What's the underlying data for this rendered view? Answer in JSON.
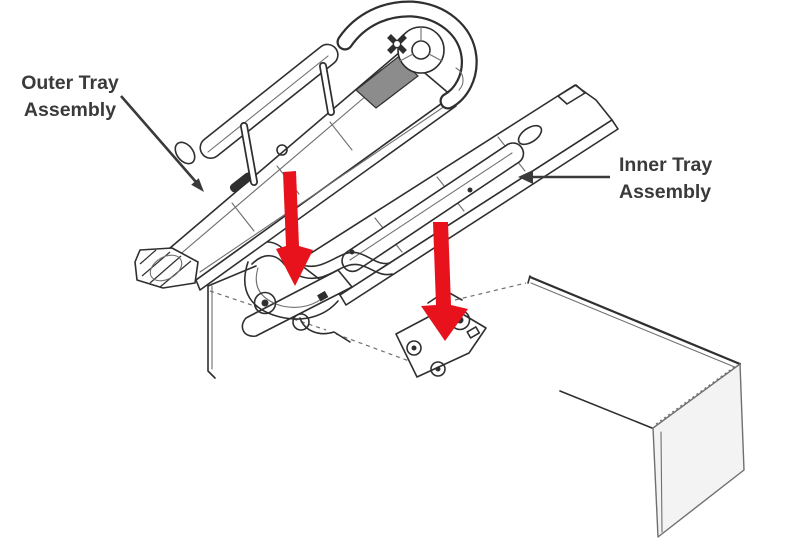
{
  "figure": {
    "kind": "exploded assembly diagram",
    "description": "Outer tray assembly and inner tray assembly being lowered into a chassis, indicated by red downward arrows"
  },
  "labels": {
    "outer_tray_label": {
      "line1": "Outer Tray",
      "line2": "Assembly"
    },
    "inner_tray_label": {
      "line1": "Inner Tray",
      "line2": "Assembly"
    }
  },
  "colors": {
    "bg": "#ffffff",
    "arrow-red": "#e8121c",
    "line-dark": "#2f2f2f",
    "line-mid": "#6f6f6f",
    "label-text": "#3a3a3a",
    "panel-fill": "#f3f3f3",
    "shade-dark": "#8c8c8c"
  }
}
